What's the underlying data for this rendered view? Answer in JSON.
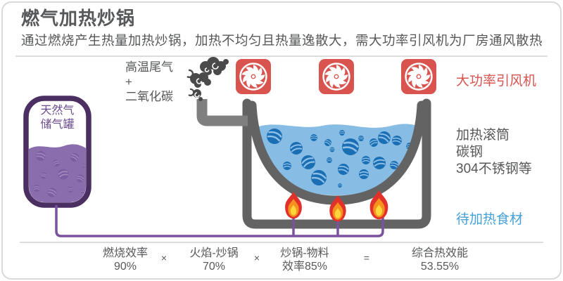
{
  "header": {
    "title": "燃气加热炒锅",
    "subtitle": "通过燃烧产生热量加热炒锅，加热不均匀且热量逸散大，需大功率引风机为厂房通风散热"
  },
  "labels": {
    "tank": {
      "line1": "天然气",
      "line2": "储气罐"
    },
    "exhaust": {
      "line1": "高温尾气",
      "line2": "+",
      "line3": "二氧化碳"
    },
    "fans": "大功率引风机",
    "drum": {
      "line1": "加热滚筒",
      "line2": "碳钢",
      "line3": "304不锈钢等"
    },
    "food": "待加热食材"
  },
  "formula": {
    "terms": [
      {
        "label": "燃烧效率",
        "value": "90%"
      },
      {
        "label": "火焰-炒锅",
        "value": "70%"
      },
      {
        "label": "炒锅-物料",
        "value": "效率85%"
      },
      {
        "label": "综合热效能",
        "value": "53.55%"
      }
    ],
    "operators": [
      "×",
      "×",
      "="
    ]
  },
  "colors": {
    "accent_red": "#d9534f",
    "accent_blue": "#45a1d8",
    "text_gray": "#57585a",
    "structure_gray": "#636363",
    "pipe_gray": "#7f7f7f",
    "smoke_gray": "#4a4a4a",
    "liquid_blue": "#87bde4",
    "bubble_blue": "#1a6eb4",
    "tank_border_purple": "#4b2e62",
    "tank_liquid_purple": "#8a6dad",
    "gas_pipe_purple": "#7a52a0",
    "flame_red": "#e2312a",
    "flame_orange": "#f6911e",
    "flame_yellow": "#ffd63b"
  }
}
